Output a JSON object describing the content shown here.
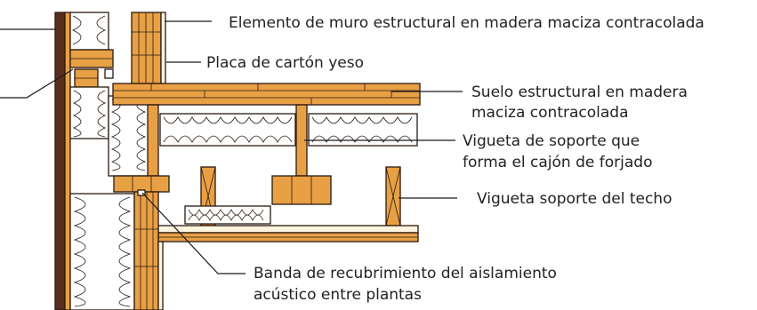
{
  "labels": {
    "wall_element": "Elemento de muro estructural en madera maciza contracolada",
    "plasterboard": "Placa de cartón yeso",
    "floor_line1": "Suelo estructural en madera",
    "floor_line2": "maciza contracolada",
    "joist_line1": "Vigueta de soporte que",
    "joist_line2": "forma el cajón de forjado",
    "ceiling_joist": "Vigueta soporte del techo",
    "band_line1": "Banda de recubrimiento del aislamiento",
    "band_line2": "acústico entre plantas"
  },
  "colors": {
    "timber": "#e8a045",
    "timber_dark": "#c97a2a",
    "cladding": "#5a2e1e",
    "insulation": "#ffffff",
    "line": "#2a1a10"
  }
}
